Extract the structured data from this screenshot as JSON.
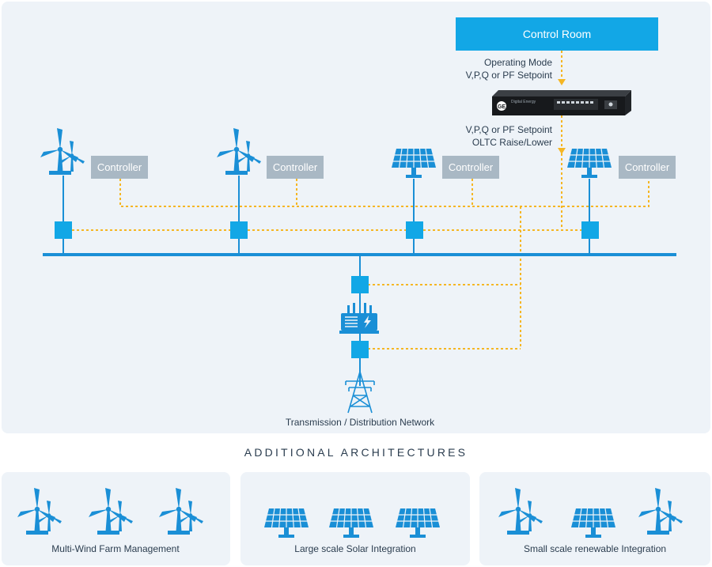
{
  "diagram": {
    "control_room": "Control Room",
    "signal_to_controller": [
      "Operating Mode",
      "V,P,Q or PF Setpoint"
    ],
    "signal_from_controller": [
      "V,P,Q or PF Setpoint",
      "OLTC Raise/Lower"
    ],
    "controller_label": "Controller",
    "network_label": "Transmission / Distribution Network",
    "device_badge": "Digital Energy",
    "sources": [
      {
        "kind": "wind",
        "icon": "wind-turbine-icon"
      },
      {
        "kind": "wind",
        "icon": "wind-turbine-icon"
      },
      {
        "kind": "solar",
        "icon": "solar-panel-icon"
      },
      {
        "kind": "solar",
        "icon": "solar-panel-icon"
      }
    ]
  },
  "additional": {
    "heading": "ADDITIONAL ARCHITECTURES",
    "cards": [
      {
        "label": "Multi-Wind Farm Management",
        "icons": [
          "wind",
          "wind",
          "wind"
        ]
      },
      {
        "label": "Large scale Solar Integration",
        "icons": [
          "solar",
          "solar",
          "solar"
        ]
      },
      {
        "label": "Small scale renewable Integration",
        "icons": [
          "wind",
          "solar",
          "wind"
        ]
      }
    ]
  },
  "colors": {
    "panel_bg": "#eef3f8",
    "primary_blue": "#1a8fd6",
    "control_room_bg": "#12a7e6",
    "controller_bg": "#a9b8c4",
    "dashed_link": "#f5b623",
    "text": "#2b3d4f"
  }
}
